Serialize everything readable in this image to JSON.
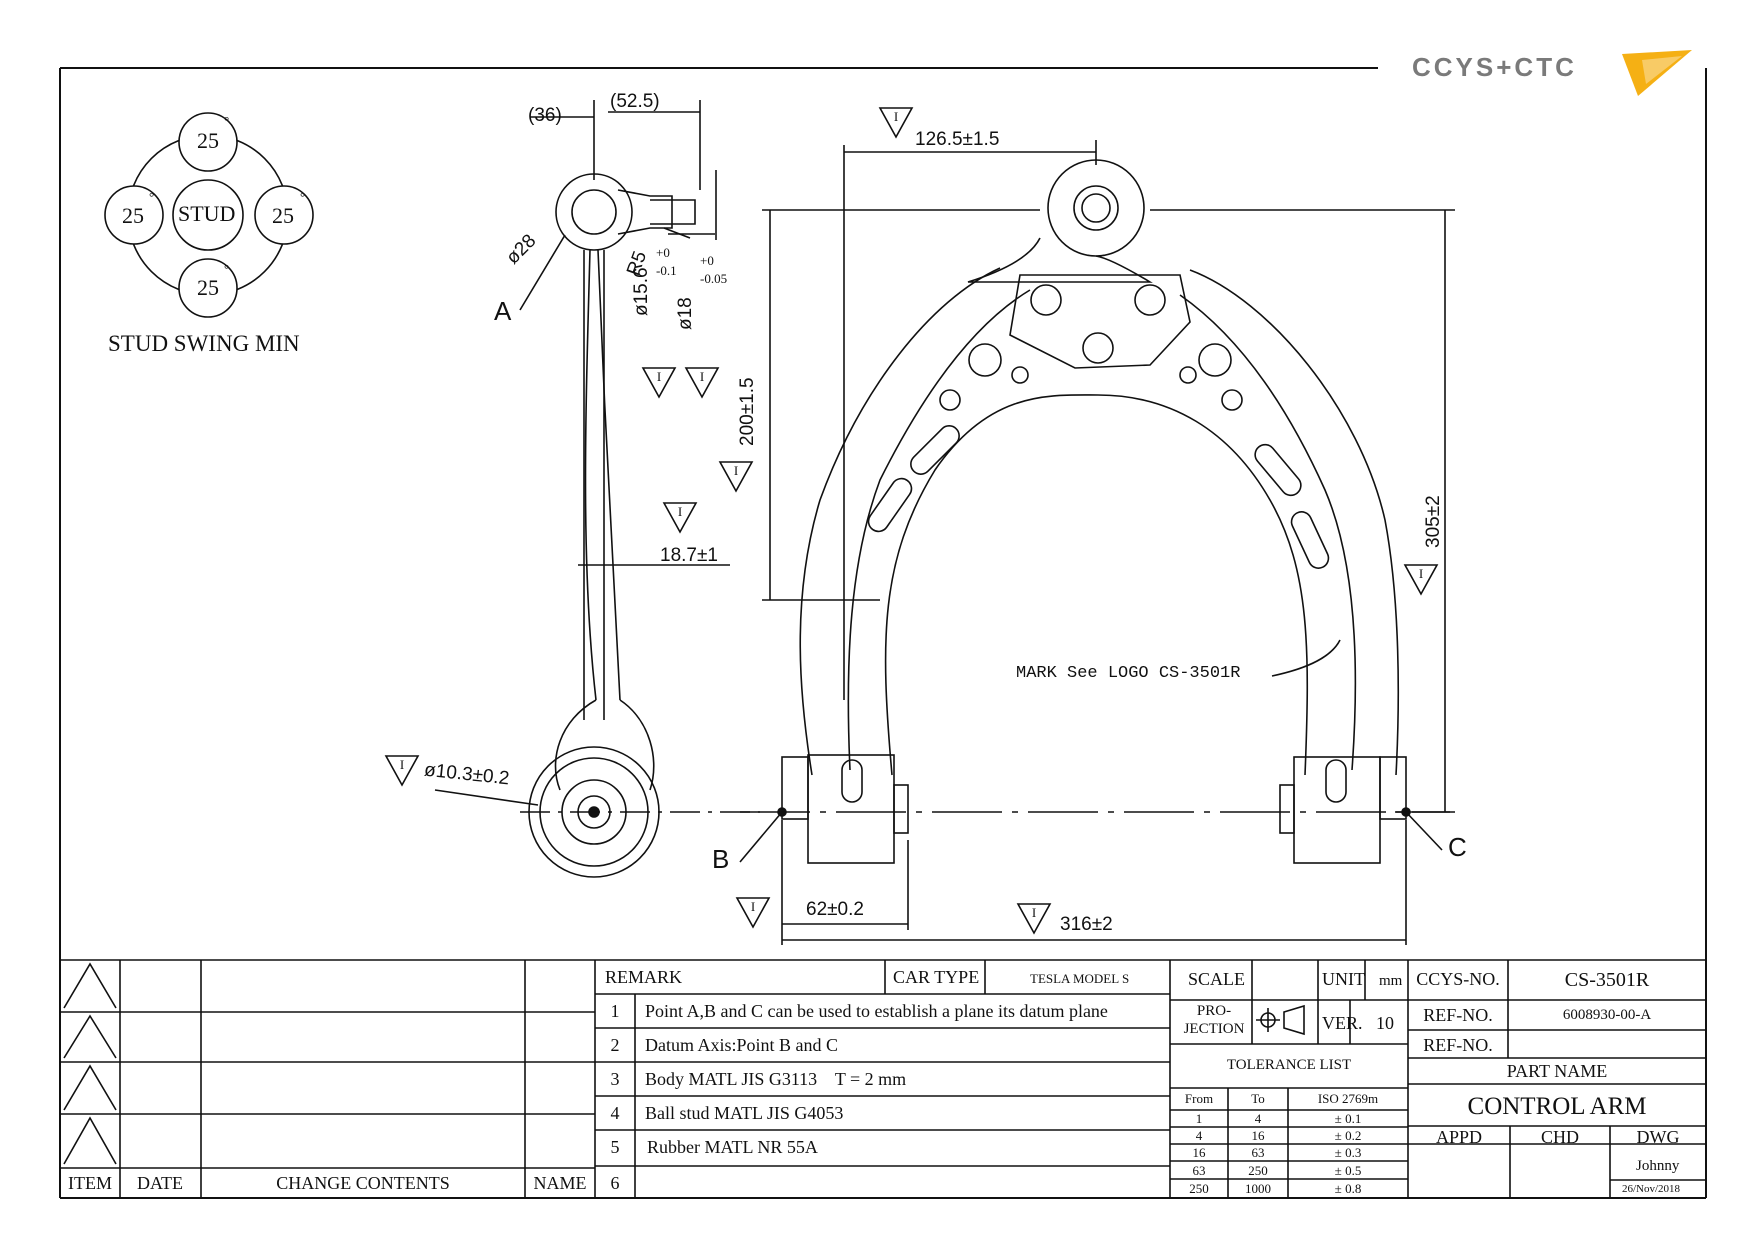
{
  "logo": {
    "text": "CCYS+CTC",
    "accent_color": "#f5b014",
    "gray_color": "#7a7a7a"
  },
  "swing": {
    "center_label": "STUD",
    "angles": [
      "25",
      "25",
      "25",
      "25"
    ],
    "degree_symbol": "°",
    "caption": "STUD SWING MIN"
  },
  "side_view": {
    "dims": [
      "(36)",
      "(52.5)",
      "ø28",
      "R5",
      "ø15.6",
      "+0",
      "-0.1",
      "ø18",
      "+0",
      "-0.05",
      "18.7±1",
      "ø10.3±0.2"
    ],
    "point_a": "A"
  },
  "top_view": {
    "dims": [
      "126.5±1.5",
      "200±1.5",
      "305±2",
      "62±0.2",
      "316±2"
    ],
    "mark_note": "MARK See LOGO CS-3501R",
    "point_b": "B",
    "point_c": "C",
    "symbol_glyph": "I"
  },
  "revisions": {
    "headers": [
      "ITEM",
      "DATE",
      "CHANGE CONTENTS",
      "NAME"
    ]
  },
  "remarks": {
    "title": "REMARK",
    "car_type_label": "CAR TYPE",
    "car_type": "TESLA MODEL S",
    "rows": [
      {
        "no": "1",
        "text": "Point A,B and C can be used to establish a plane its datum plane"
      },
      {
        "no": "2",
        "text": "Datum Axis:Point B and C"
      },
      {
        "no": "3",
        "text": "Body MATL JIS G3113    T = 2 mm"
      },
      {
        "no": "4",
        "text": "Ball stud MATL JIS G4053"
      },
      {
        "no": "5",
        "text": "Rubber MATL NR 55A"
      },
      {
        "no": "6",
        "text": ""
      }
    ]
  },
  "spec": {
    "scale_label": "SCALE",
    "scale_value": "",
    "unit_label": "UNIT",
    "unit_value": "mm",
    "projection_label_1": "PRO-",
    "projection_label_2": "JECTION",
    "ver_label": "VER.",
    "ver_value": "10",
    "tolerance_title": "TOLERANCE LIST",
    "tolerance_headers": [
      "From",
      "To",
      "ISO 2769m"
    ],
    "tolerance_rows": [
      [
        "1",
        "4",
        "± 0.1"
      ],
      [
        "4",
        "16",
        "± 0.2"
      ],
      [
        "16",
        "63",
        "± 0.3"
      ],
      [
        "63",
        "250",
        "± 0.5"
      ],
      [
        "250",
        "1000",
        "± 0.8"
      ]
    ]
  },
  "title_block": {
    "ccys_no_label": "CCYS-NO.",
    "ccys_no": "CS-3501R",
    "ref_no_label": "REF-NO.",
    "ref_no": "6008930-00-A",
    "ref_no2_label": "REF-NO.",
    "ref_no2": "",
    "part_name_label": "PART NAME",
    "part_name": "CONTROL ARM",
    "appd_label": "APPD",
    "chd_label": "CHD",
    "dwg_label": "DWG",
    "dwg_name": "Johnny",
    "dwg_date": "26/Nov/2018"
  }
}
